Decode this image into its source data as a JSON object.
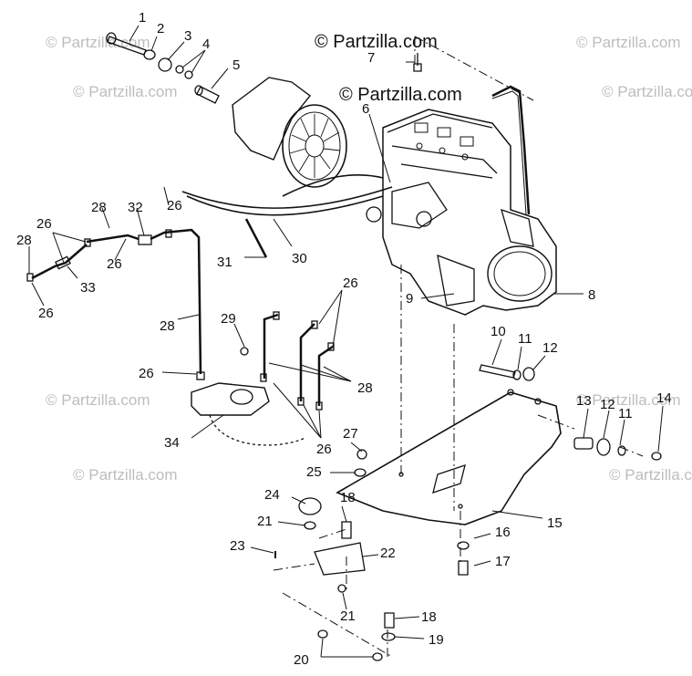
{
  "diagram": {
    "watermark_main": "© Partzilla.com",
    "watermark_faint": "© Partzilla.com",
    "callouts": [
      "1",
      "2",
      "3",
      "4",
      "5",
      "6",
      "7",
      "8",
      "9",
      "10",
      "11",
      "12",
      "13",
      "14",
      "15",
      "16",
      "17",
      "18",
      "19",
      "20",
      "21",
      "22",
      "23",
      "24",
      "25",
      "26",
      "27",
      "28",
      "29",
      "30",
      "31",
      "32",
      "33",
      "34"
    ]
  },
  "colors": {
    "line": "#111111",
    "watermark": "#bdbdbd",
    "background": "#ffffff"
  }
}
